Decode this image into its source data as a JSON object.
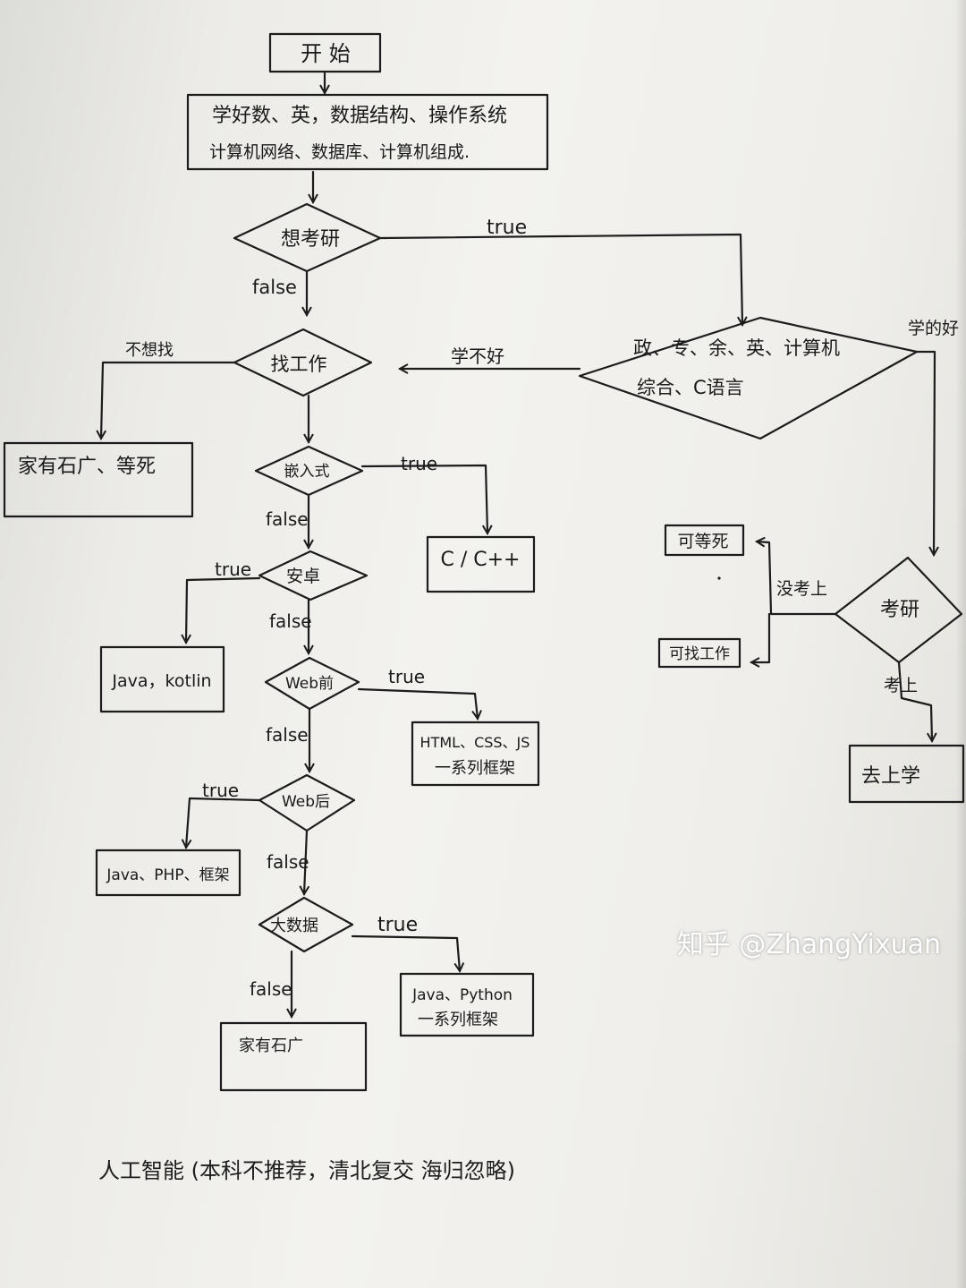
{
  "diagram": {
    "start": "开  始",
    "prereq_line1": "学好数、英，数据结构、操作系统",
    "prereq_line2": "计算机网络、数据库、计算机组成.",
    "d_kaoyan": "想考研",
    "d_work": "找工作",
    "d_exam_line1": "政、专、余、英、计算机",
    "d_exam_line2": "综合、C语言",
    "d_embedded": "嵌入式",
    "d_android": "安卓",
    "d_webfront": "Web前",
    "d_webback": "Web后",
    "d_bigdata": "大数据",
    "d_kaoyan2": "考研",
    "o_mine": "家有石广、等死",
    "o_cpp": "C / C++",
    "o_java_kotlin": "Java，kotlin",
    "o_html_line1": "HTML、CSS、JS",
    "o_html_line2": "一系列框架",
    "o_java_php": "Java、PHP、框架",
    "o_java_py_line1": "Java、Python",
    "o_java_py_line2": "一系列框架",
    "o_mine2": "家有石广",
    "o_wait": "可等死",
    "o_findwork": "可找工作",
    "o_school": "去上学",
    "e_true": "true",
    "e_false": "false",
    "e_nowork": "不想找",
    "e_learnbad": "学不好",
    "e_learngood": "学的好",
    "e_fail": "没考上",
    "e_pass": "考上"
  },
  "note": "人工智能 (本科不推荐，清北复交 海归忽略)",
  "watermark": "知乎 @ZhangYixuan"
}
